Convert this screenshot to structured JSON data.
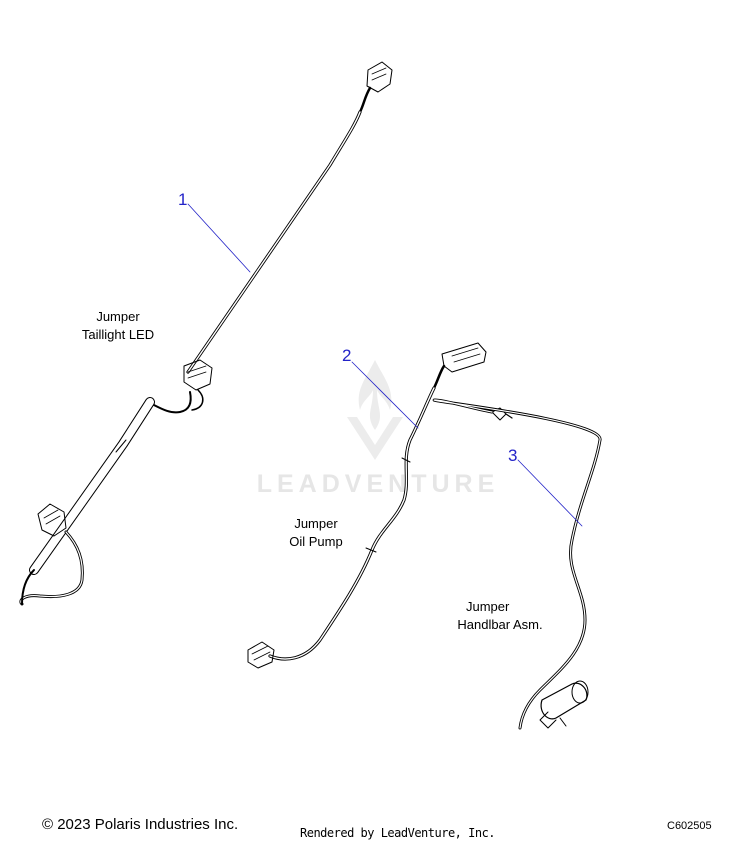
{
  "parts": [
    {
      "number": "1",
      "name_line1": "Jumper",
      "name_line2": "Taillight LED"
    },
    {
      "number": "2",
      "name_line1": "Jumper",
      "name_line2": "Oil Pump"
    },
    {
      "number": "3",
      "name_line1": "Jumper",
      "name_line2": "Handlbar Asm."
    }
  ],
  "watermark": "LEADVENTURE",
  "footer": {
    "copyright": "© 2023 Polaris Industries Inc.",
    "rendered_by": "Rendered by LeadVenture, Inc.",
    "diagram_code": "C602505"
  },
  "colors": {
    "callout": "#2323c8",
    "line": "#000000",
    "watermark": "#e6e6e6"
  }
}
